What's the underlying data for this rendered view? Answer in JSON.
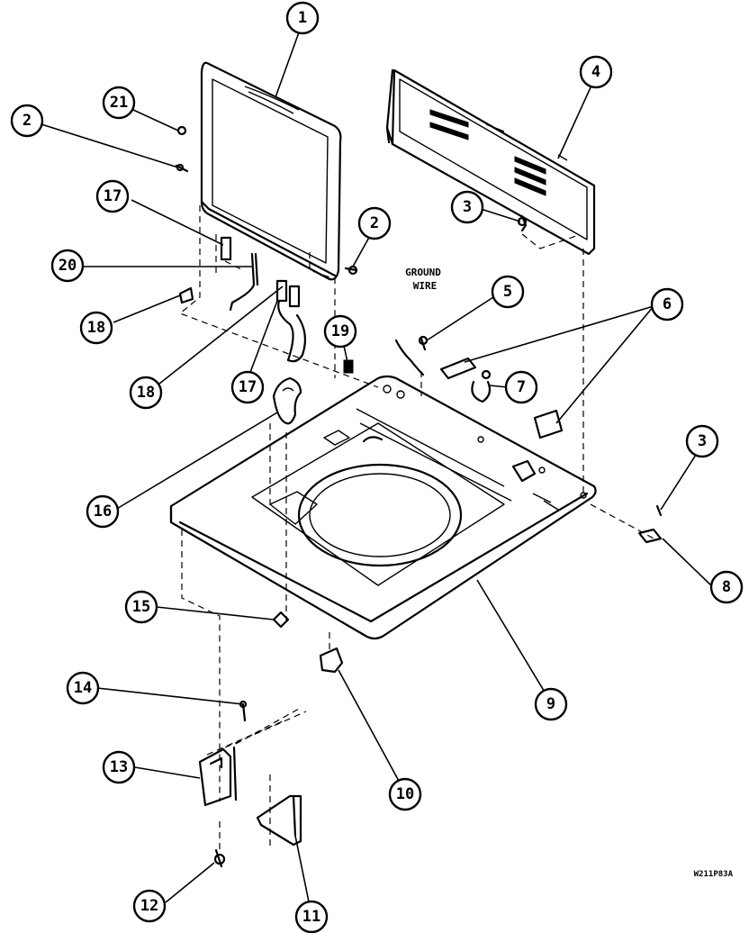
{
  "diagram": {
    "drawing_code": "W211P83A",
    "ground_wire_label": [
      "GROUND",
      "WIRE"
    ],
    "callouts": [
      {
        "id": "c1",
        "number": "1"
      },
      {
        "id": "c2a",
        "number": "2"
      },
      {
        "id": "c2b",
        "number": "2"
      },
      {
        "id": "c3a",
        "number": "3"
      },
      {
        "id": "c3b",
        "number": "3"
      },
      {
        "id": "c4",
        "number": "4"
      },
      {
        "id": "c5",
        "number": "5"
      },
      {
        "id": "c6",
        "number": "6"
      },
      {
        "id": "c7",
        "number": "7"
      },
      {
        "id": "c8",
        "number": "8"
      },
      {
        "id": "c9",
        "number": "9"
      },
      {
        "id": "c10",
        "number": "10"
      },
      {
        "id": "c11",
        "number": "11"
      },
      {
        "id": "c12",
        "number": "12"
      },
      {
        "id": "c13",
        "number": "13"
      },
      {
        "id": "c14",
        "number": "14"
      },
      {
        "id": "c15",
        "number": "15"
      },
      {
        "id": "c16",
        "number": "16"
      },
      {
        "id": "c17a",
        "number": "17"
      },
      {
        "id": "c17b",
        "number": "17"
      },
      {
        "id": "c18a",
        "number": "18"
      },
      {
        "id": "c18b",
        "number": "18"
      },
      {
        "id": "c19",
        "number": "19"
      },
      {
        "id": "c20",
        "number": "20"
      },
      {
        "id": "c21",
        "number": "21"
      }
    ]
  }
}
